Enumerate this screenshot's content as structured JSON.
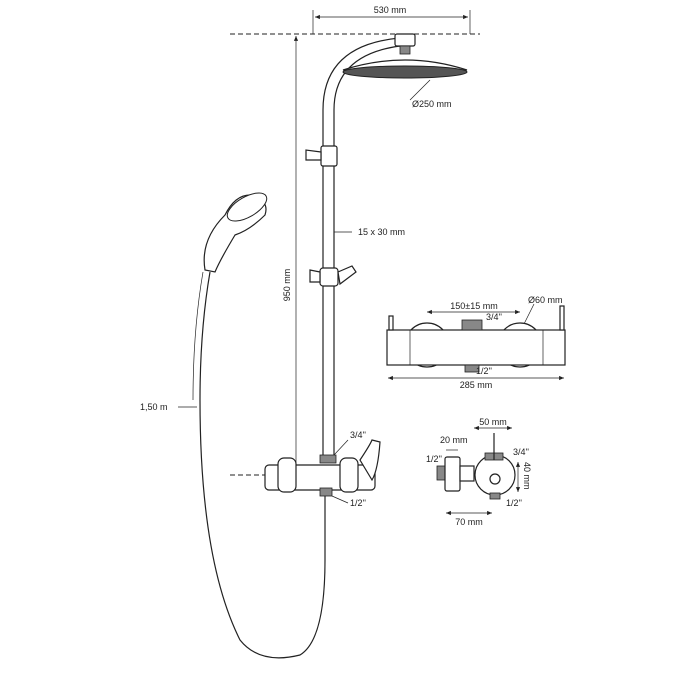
{
  "dimensions": {
    "width_total": "530 mm",
    "head_diameter": "Ø250 mm",
    "rail_section": "15 x 30 mm",
    "height": "950 mm",
    "hose_length": "1,50 m",
    "inlet_top": "3/4''",
    "outlet_bottom": "1/2''",
    "center_distance": "150±15 mm",
    "knob_diameter": "Ø60 mm",
    "mixer_length": "285 mm",
    "side_20": "20 mm",
    "side_50": "50 mm",
    "side_40": "40 mm",
    "side_70": "70 mm",
    "side_inlet_left": "1/2''",
    "side_inlet_top": "3/4''",
    "side_outlet": "1/2''"
  }
}
